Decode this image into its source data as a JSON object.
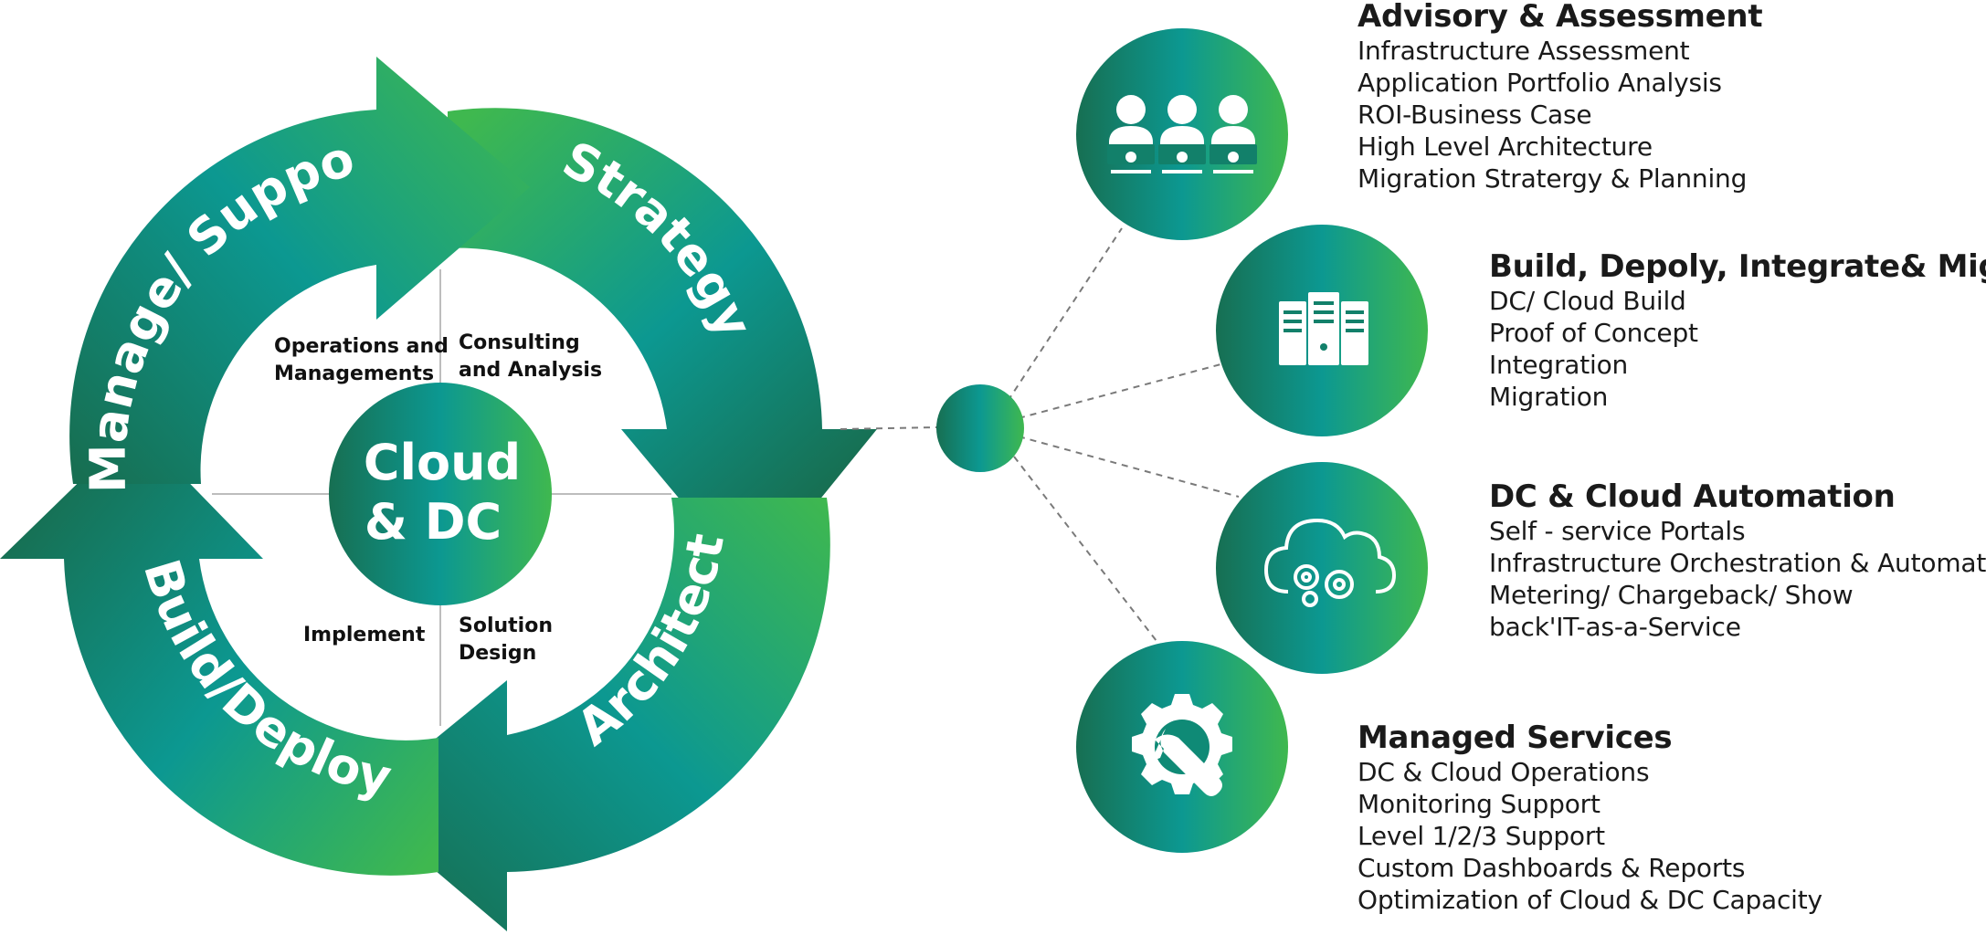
{
  "cycle": {
    "center": [
      "Cloud",
      "& DC"
    ],
    "phases": {
      "strategy": "Strategy",
      "architect": "Architect",
      "build_deploy": "Build/Deploy",
      "manage_support": "Manage/ Support"
    },
    "quadrants": {
      "top_left": [
        "Operations and",
        "Managements"
      ],
      "top_right": [
        "Consulting",
        "and  Analysis"
      ],
      "bottom_left": [
        "Implement"
      ],
      "bottom_right": [
        "Solution",
        "Design"
      ]
    }
  },
  "services": [
    {
      "icon": "people-icon",
      "title": "Advisory & Assessment",
      "items": [
        "Infrastructure Assessment",
        "Application Portfolio Analysis",
        "ROI-Business Case",
        "High Level Architecture",
        "Migration Stratergy & Planning"
      ]
    },
    {
      "icon": "server-icon",
      "title": "Build, Depoly, Integrate& Migrate",
      "items": [
        "DC/ Cloud Build",
        "Proof of Concept",
        "Integration",
        "Migration"
      ]
    },
    {
      "icon": "cloud-gears-icon",
      "title": "DC & Cloud Automation",
      "items": [
        "Self - service Portals",
        "Infrastructure Orchestration & Automation",
        "Metering/ Chargeback/ Show",
        "back'IT-as-a-Service"
      ]
    },
    {
      "icon": "wrench-gear-icon",
      "title": "Managed Services",
      "items": [
        "DC & Cloud Operations",
        "Monitoring Support",
        "Level 1/2/3 Support",
        "Custom Dashboards & Reports",
        "Optimization of Cloud & DC Capacity"
      ]
    }
  ],
  "colors": {
    "dark_green": "#176f52",
    "teal": "#0c9891",
    "light_green": "#3fb84f",
    "text": "#1a1a1a"
  }
}
